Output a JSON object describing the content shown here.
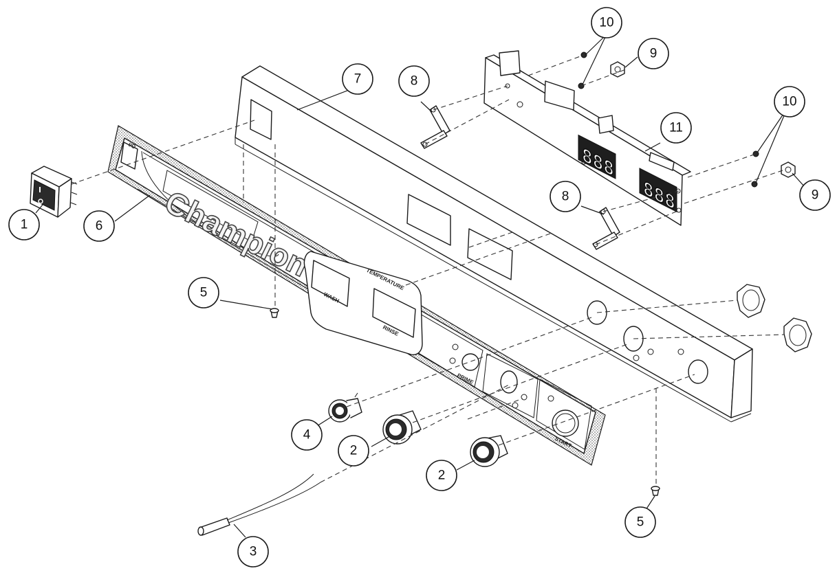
{
  "panel": {
    "brand": "Champion",
    "temperature": "TEMPERATURE",
    "wash": "WASH",
    "rinse": "RINSE",
    "prime": "PRIME",
    "start": "START",
    "display_left": "888",
    "display_right": "888"
  },
  "callouts": [
    {
      "id": "1",
      "label": "1"
    },
    {
      "id": "2a",
      "label": "2"
    },
    {
      "id": "2b",
      "label": "2"
    },
    {
      "id": "3",
      "label": "3"
    },
    {
      "id": "4",
      "label": "4"
    },
    {
      "id": "5a",
      "label": "5"
    },
    {
      "id": "5b",
      "label": "5"
    },
    {
      "id": "6",
      "label": "6"
    },
    {
      "id": "7",
      "label": "7"
    },
    {
      "id": "8a",
      "label": "8"
    },
    {
      "id": "8b",
      "label": "8"
    },
    {
      "id": "9a",
      "label": "9"
    },
    {
      "id": "9b",
      "label": "9"
    },
    {
      "id": "10a",
      "label": "10"
    },
    {
      "id": "10b",
      "label": "10"
    },
    {
      "id": "11",
      "label": "11"
    }
  ]
}
